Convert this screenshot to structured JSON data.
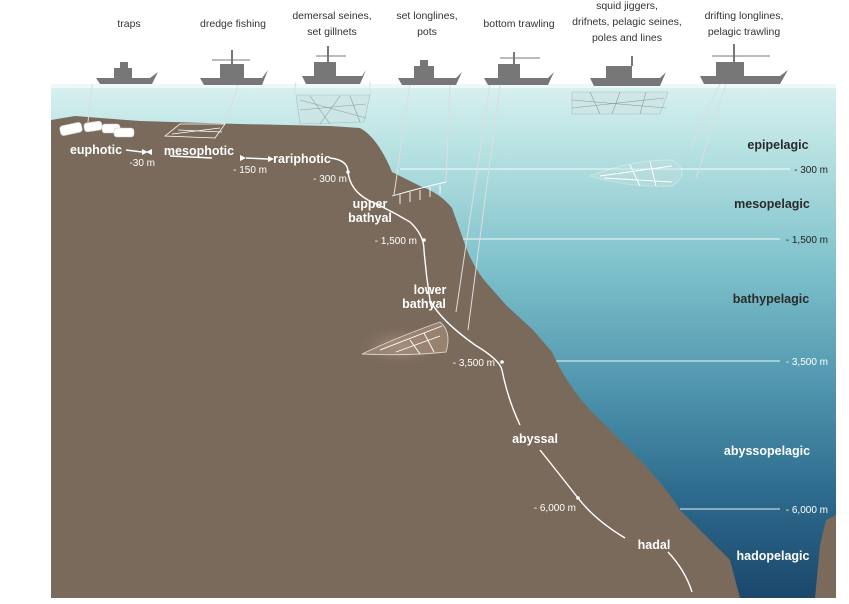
{
  "gear_labels": {
    "traps": "traps",
    "dredge": "dredge fishing",
    "demersal_line1": "demersal seines,",
    "demersal_line2": "set gillnets",
    "longlines_line1": "set longlines,",
    "longlines_line2": "pots",
    "trawling": "bottom trawling",
    "squid_line1": "squid jiggers,",
    "squid_line2": "drifnets, pelagic seines,",
    "squid_line3": "poles and lines",
    "drifting_line1": "drifting longlines,",
    "drifting_line2": "pelagic trawling"
  },
  "benthic_zones": {
    "euphotic": "euphotic",
    "mesophotic": "mesophotic",
    "rariphotic": "rariphotic",
    "upper_line1": "upper",
    "upper_line2": "bathyal",
    "lower_line1": "lower",
    "lower_line2": "bathyal",
    "abyssal": "abyssal",
    "hadal": "hadal"
  },
  "benthic_depths": {
    "d30": "-30 m",
    "d150": "- 150 m",
    "d300": "- 300 m",
    "d1500": "- 1,500 m",
    "d3500": "- 3,500 m",
    "d6000": "- 6,000 m"
  },
  "pelagic_zones": {
    "epipelagic": "epipelagic",
    "mesopelagic": "mesopelagic",
    "bathypelagic": "bathypelagic",
    "abyssopelagic": "abyssopelagic",
    "hadopelagic": "hadopelagic"
  },
  "pelagic_depths": {
    "d300": "- 300 m",
    "d1500": "- 1,500 m",
    "d3500": "- 3,500 m",
    "d6000": "- 6,000 m"
  },
  "colors": {
    "seabed": "#7a6a5c",
    "water_top": "#d6efef",
    "water_bottom": "#1f4f74",
    "vessel": "#777777"
  }
}
